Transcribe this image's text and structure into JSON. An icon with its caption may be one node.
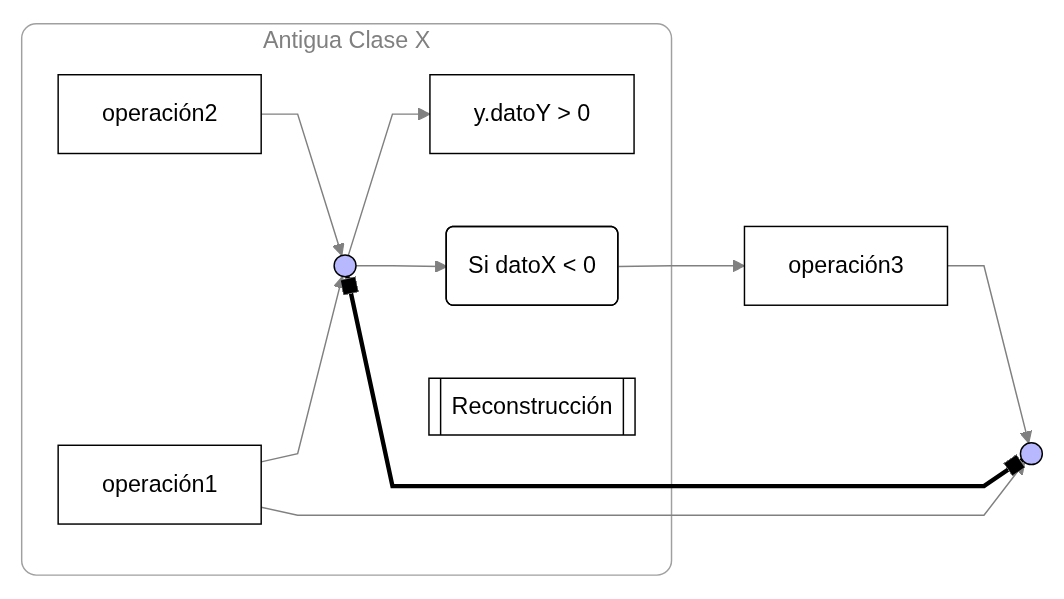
{
  "diagram": {
    "nodes": [
      {
        "text": [
          "Antigua Clase X"
        ]
      },
      {
        "text": [
          "y.datoY > 0"
        ],
        "in": 0
      },
      {
        "text": [
          "operación1"
        ],
        "in": 0
      },
      {
        "text": [],
        "shape": "circle",
        "in": 0
      },
      {
        "text": [],
        "shape": "circle"
      },
      {
        "text": [
          "operación2"
        ],
        "in": 0
      },
      {
        "text": [
          "Si datoX < 0"
        ],
        "in": 0
      },
      {
        "text": [
          "operación3"
        ]
      },
      {
        "text": [
          "Reconstrucción"
        ],
        "in": 0
      }
    ],
    "edges": [
      {
        "from": 2,
        "to": 3,
        "arrow": "to"
      },
      {
        "from": 2,
        "to": 4,
        "arrow": "to"
      },
      {
        "from": 5,
        "to": 3,
        "arrow": "to"
      },
      {
        "from": 3,
        "to": 4,
        "arrow": "other",
        "style": "thick",
        "color": "#000000"
      },
      {
        "from": 3,
        "to": 1,
        "arrow": "to"
      },
      {
        "from": 3,
        "to": 6,
        "arrow": "to"
      },
      {
        "from": 6,
        "to": 7,
        "arrow": "to"
      },
      {
        "from": 7,
        "to": 4,
        "arrow": "to"
      }
    ]
  }
}
